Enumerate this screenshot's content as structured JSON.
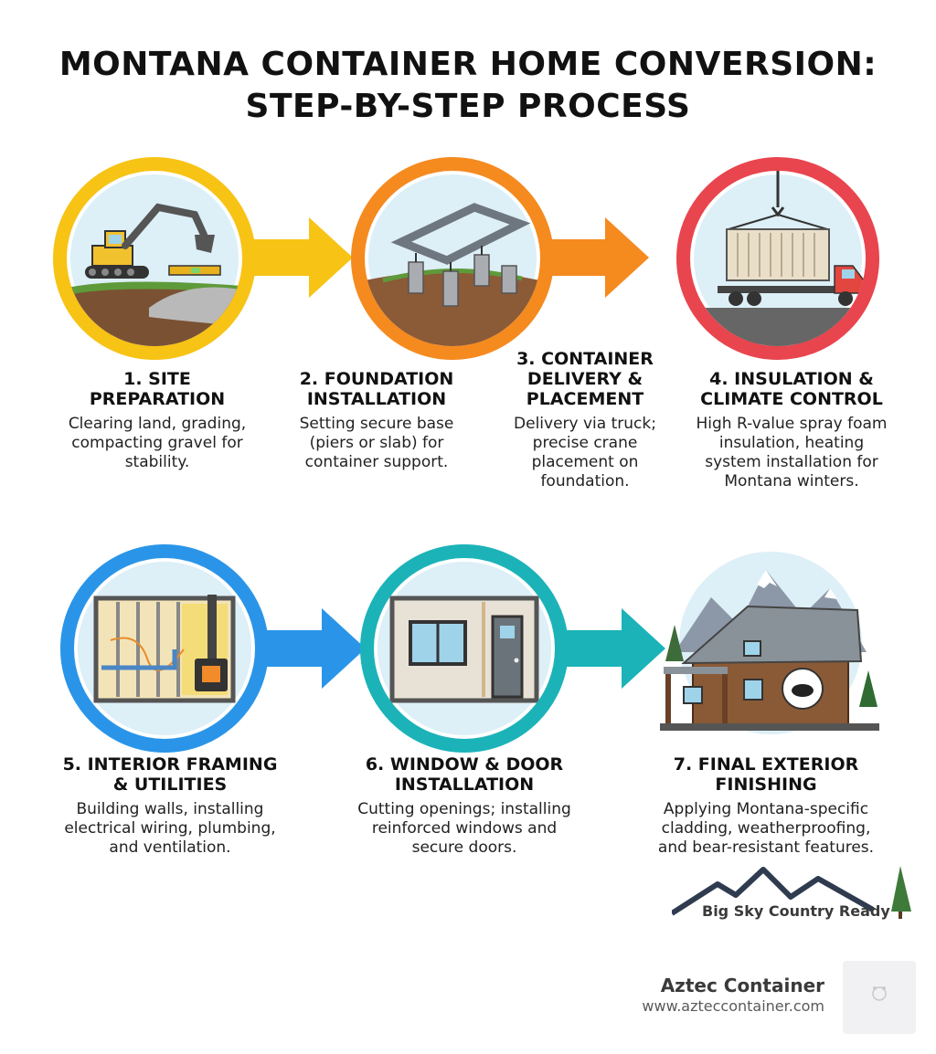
{
  "title": {
    "line1": "MONTANA CONTAINER HOME CONVERSION:",
    "line2": "STEP-BY-STEP PROCESS"
  },
  "colors": {
    "step1": "#F7C315",
    "step2": "#F58A1F",
    "step3": "#E8454E",
    "step4": "#2A95E8",
    "step5": "#1BB3B8",
    "step6": "#2A95E8",
    "step7": "#8A8A8A"
  },
  "steps": [
    {
      "number": "1",
      "title_lines": [
        "1. SITE",
        "PREPARATION"
      ],
      "desc_lines": [
        "Clearing land, grading,",
        "compacting gravel for",
        "stability."
      ],
      "icon": "excavator-icon"
    },
    {
      "number": "2",
      "title_lines": [
        "2. FOUNDATION",
        "INSTALLATION"
      ],
      "desc_lines": [
        "Setting secure base",
        "(piers or slab) for",
        "container support."
      ],
      "icon": "foundation-icon"
    },
    {
      "number": "3",
      "title_lines": [
        "3. CONTAINER",
        "DELIVERY &",
        "PLACEMENT"
      ],
      "desc_lines": [
        "Delivery via truck;",
        "precise crane",
        "placement on",
        "foundation."
      ],
      "icon": "truck-crane-icon"
    },
    {
      "number": "4",
      "title_lines": [
        "4. INSULATION &",
        "CLIMATE CONTROL"
      ],
      "desc_lines": [
        "High R-value spray foam",
        "insulation, heating",
        "system installation for",
        "Montana winters."
      ],
      "icon": "insulation-icon"
    },
    {
      "number": "5",
      "title_lines": [
        "5. INTERIOR FRAMING",
        "& UTILITIES"
      ],
      "desc_lines": [
        "Building walls, installing",
        "electrical wiring, plumbing,",
        "and ventilation."
      ],
      "icon": "framing-icon"
    },
    {
      "number": "6",
      "title_lines": [
        "6. WINDOW & DOOR",
        "INSTALLATION"
      ],
      "desc_lines": [
        "Cutting openings; installing",
        "reinforced windows and",
        "secure doors."
      ],
      "icon": "window-door-icon"
    },
    {
      "number": "7",
      "title_lines": [
        "7. FINAL EXTERIOR",
        "FINISHING"
      ],
      "desc_lines": [
        "Applying Montana-specific",
        "cladding, weatherproofing,",
        "and bear-resistant features."
      ],
      "icon": "cabin-icon"
    }
  ],
  "tagline": "Big Sky Country Ready",
  "footer": {
    "company": "Aztec Container",
    "url": "www.azteccontainer.com"
  }
}
